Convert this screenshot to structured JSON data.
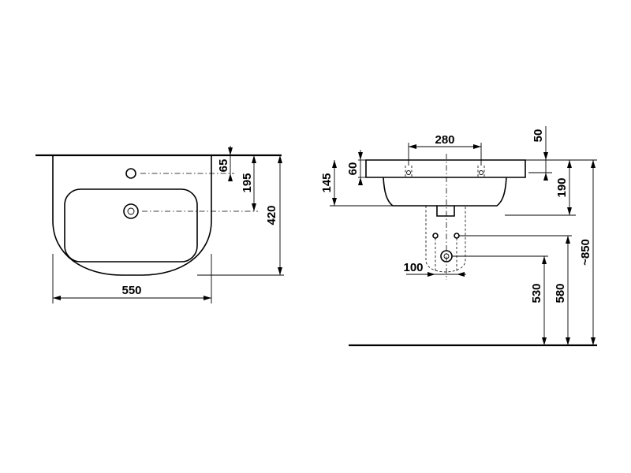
{
  "top_view": {
    "width": "550",
    "depth": "420",
    "tap_hole_offset": "65",
    "drain_offset": "195"
  },
  "side_view": {
    "tap_hole_spacing": "280",
    "rim_to_wall_bracket": "50",
    "rim_thickness": "60",
    "bowl_height": "145",
    "bracket_drop": "190",
    "drain_width": "100",
    "supply_height": "530",
    "waste_height": "580",
    "rim_height": "~850"
  }
}
